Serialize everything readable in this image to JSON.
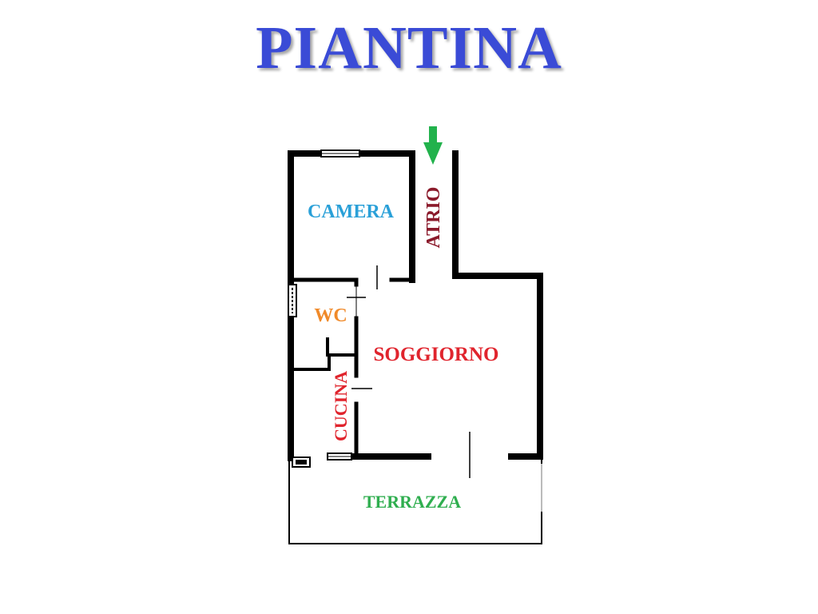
{
  "title": {
    "text": "PIANTINA",
    "color": "#3a4bd6"
  },
  "entrance_icon": {
    "name": "arrow-down-icon",
    "color": "#22b24c"
  },
  "rooms": {
    "camera": {
      "label": "CAMERA",
      "color": "#2aa0d8"
    },
    "atrio": {
      "label": "ATRIO",
      "color": "#8b1a2b"
    },
    "wc": {
      "label": "WC",
      "color": "#f08a2a"
    },
    "soggiorno": {
      "label": "SOGGIORNO",
      "color": "#e0242d"
    },
    "cucina": {
      "label": "CUCINA",
      "color": "#e0242d"
    },
    "terrazza": {
      "label": "TERRAZZA",
      "color": "#2fae4f"
    }
  },
  "colors": {
    "wall": "#000000",
    "background": "#ffffff"
  }
}
